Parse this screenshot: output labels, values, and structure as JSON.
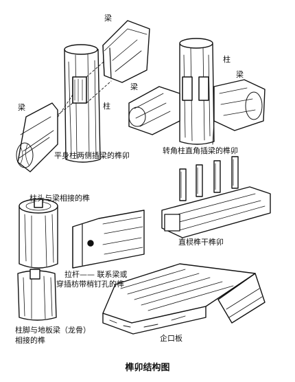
{
  "labels": {
    "beam_top": "梁",
    "beam_left": "梁",
    "pillar_1": "柱",
    "pillar_2": "柱",
    "beam_right": "梁",
    "beam_center": "梁",
    "caption_1": "平身柱两侧插梁的榫卯",
    "caption_2": "转角柱直角插梁的榫卯",
    "caption_3": "柱头与梁相接的榫",
    "caption_4": "直棂榫干榫卯",
    "caption_5_line1": "拉杆—— 联系梁或",
    "caption_5_line2": "穿插枋带梢钉孔的榫",
    "caption_6_line1": "柱脚与地板梁（龙骨）",
    "caption_6_line2": "相接的榫",
    "caption_7": "企口板"
  },
  "figure_title": "榫卯结构图",
  "colors": {
    "ink": "#111111",
    "background": "#ffffff"
  }
}
